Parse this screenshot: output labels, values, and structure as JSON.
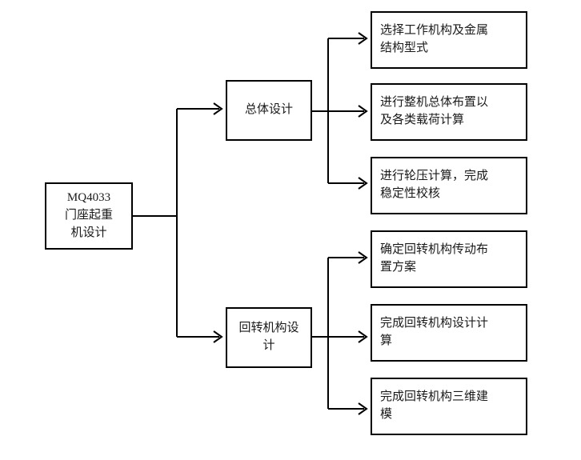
{
  "diagram": {
    "type": "flowchart",
    "orientation": "left-to-right",
    "background_color": "#ffffff",
    "box_border_color": "#000000",
    "connector_color": "#000000",
    "text_color": "#1a1a1a",
    "root": {
      "id": "root",
      "label": "MQ4033\n门座起重\n机设计"
    },
    "branches": [
      {
        "id": "branch-overall-design",
        "label": "总体设计",
        "children": [
          {
            "id": "leaf-1",
            "label": "选择工作机构及金属\n结构型式"
          },
          {
            "id": "leaf-2",
            "label": "进行整机总体布置以\n及各类载荷计算"
          },
          {
            "id": "leaf-3",
            "label": "进行轮压计算，完成\n稳定性校核"
          }
        ]
      },
      {
        "id": "branch-slewing-design",
        "label": "回转机构设\n计",
        "children": [
          {
            "id": "leaf-4",
            "label": "确定回转机构传动布\n置方案"
          },
          {
            "id": "leaf-5",
            "label": "完成回转机构设计计\n算"
          },
          {
            "id": "leaf-6",
            "label": "完成回转机构三维建\n模"
          }
        ]
      }
    ]
  }
}
